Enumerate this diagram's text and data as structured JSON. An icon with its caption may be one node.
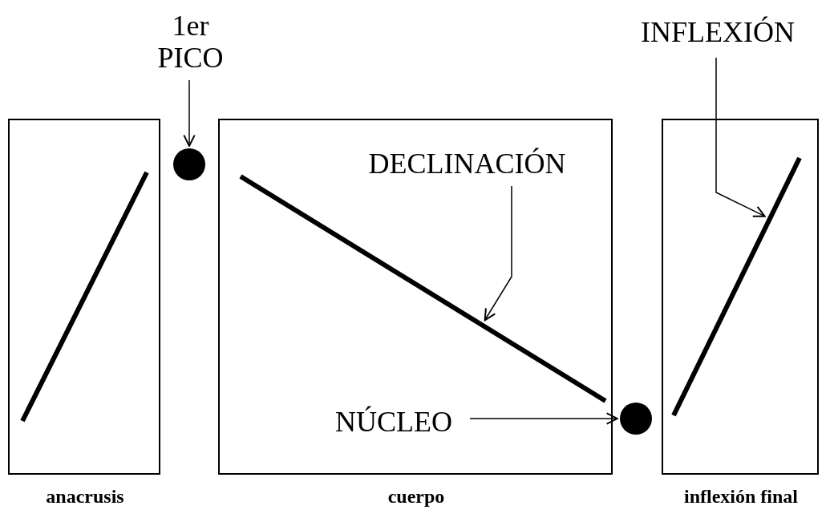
{
  "diagram": {
    "nodes": [
      {
        "text": [
          "anacrusis"
        ]
      },
      {
        "text": [],
        "shape": "line",
        "in": 0
      },
      {
        "text": [
          "1er PICO"
        ]
      },
      {
        "text": [],
        "shape": "circle"
      },
      {
        "text": [
          "cuerpo"
        ]
      },
      {
        "text": [
          "DECLINACIÓN"
        ],
        "in": 4
      },
      {
        "text": [],
        "shape": "line",
        "in": 4
      },
      {
        "text": [
          "NÚCLEO"
        ],
        "in": 4
      },
      {
        "text": [],
        "shape": "circle"
      },
      {
        "text": [
          "INFLEXIÓN"
        ]
      },
      {
        "text": [
          "inflexión final"
        ]
      },
      {
        "text": [],
        "shape": "line",
        "in": 10
      }
    ],
    "edges": [
      {
        "from": 2,
        "to": 3,
        "arrow": "to"
      },
      {
        "from": 5,
        "to": 6,
        "arrow": "to"
      },
      {
        "from": 7,
        "to": 8,
        "arrow": "to"
      },
      {
        "from": 9,
        "to": 11,
        "arrow": "to"
      }
    ]
  }
}
